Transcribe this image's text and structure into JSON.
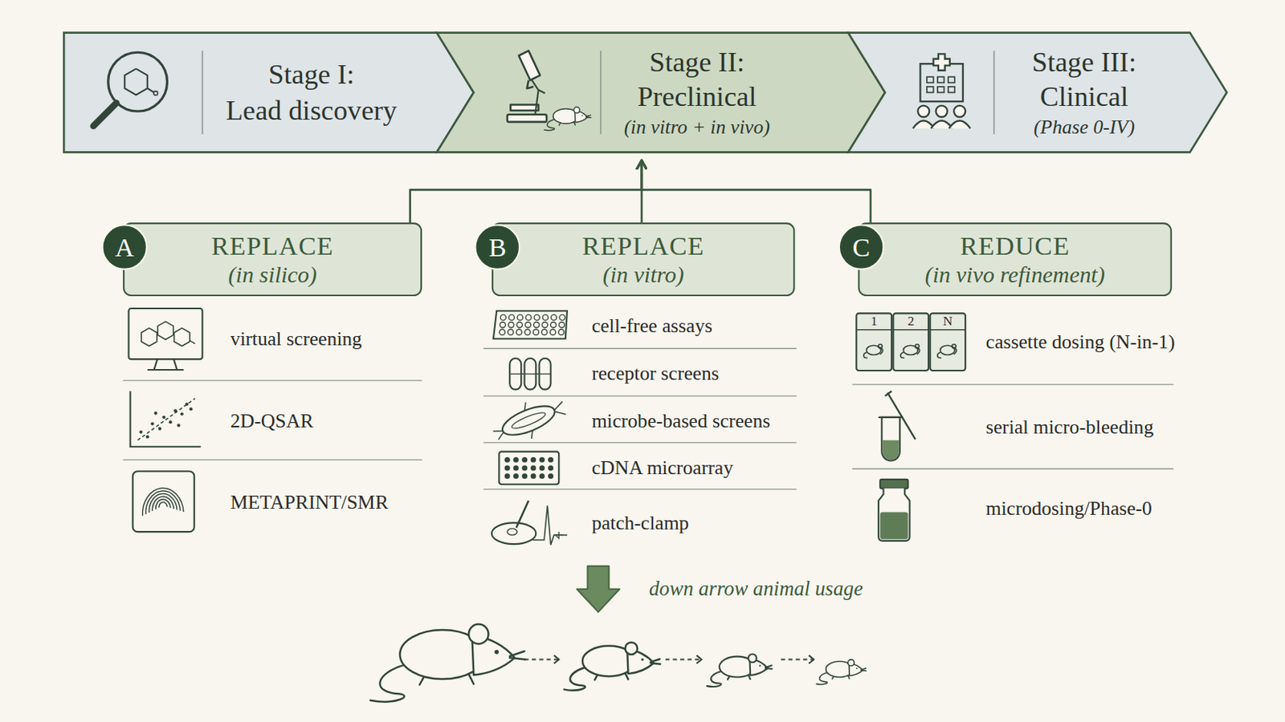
{
  "diagram": {
    "nodes": [
      {
        "text": [
          "Stage I:",
          "Lead discovery"
        ]
      },
      {
        "text": [
          "Stage II:",
          "Preclinical",
          "(in vitro + in vivo)"
        ]
      },
      {
        "text": [
          "Stage III:",
          "Clinical",
          "(Phase 0-IV)"
        ]
      },
      {
        "text": [
          "A"
        ]
      },
      {
        "text": [
          "REPLACE",
          "(in silico)"
        ]
      },
      {
        "text": [
          "B"
        ]
      },
      {
        "text": [
          "REPLACE",
          "(in vitro)"
        ]
      },
      {
        "text": [
          "C"
        ]
      },
      {
        "text": [
          "REDUCE",
          "(in vivo refinement)"
        ]
      }
    ],
    "edges": [
      {
        "from": 4,
        "to": 1,
        "arrow": "to"
      },
      {
        "from": 6,
        "to": 1,
        "arrow": "to"
      },
      {
        "from": 8,
        "to": 1,
        "arrow": "to"
      }
    ],
    "labels": [
      "virtual screening",
      "2D-QSAR",
      "METAPRINT/SMR",
      "cell-free assays",
      "receptor screens",
      "microbe-based screens",
      "cDNA microarray",
      "patch-clamp",
      "cassette dosing (N-in-1)",
      "serial micro-bleeding",
      "microdosing/Phase-0",
      "1",
      "2",
      "N",
      "down arrow animal usage"
    ]
  }
}
